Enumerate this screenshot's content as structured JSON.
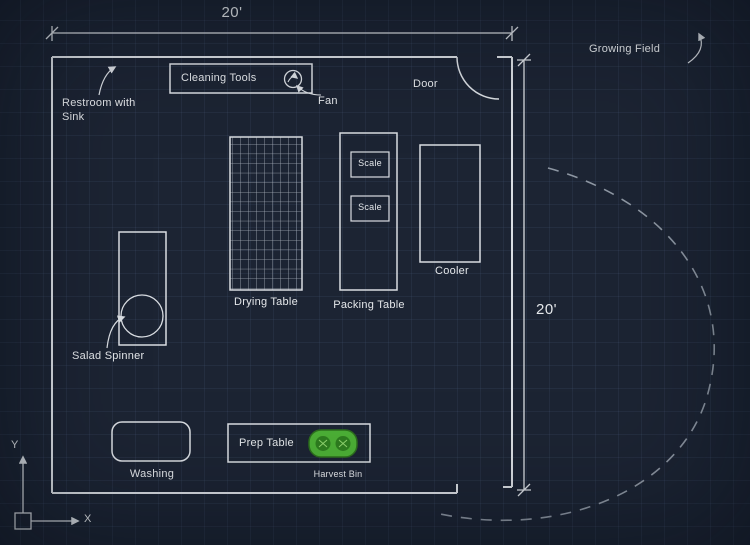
{
  "dims": {
    "width": "20'",
    "height": "20'"
  },
  "labels": {
    "growing_field": "Growing Field",
    "restroom_1": "Restroom with",
    "restroom_2": "Sink",
    "cleaning_tools": "Cleaning Tools",
    "fan": "Fan",
    "door": "Door",
    "drying_table": "Drying Table",
    "packing_table": "Packing Table",
    "scale": "Scale",
    "cooler": "Cooler",
    "salad_spinner": "Salad Spinner",
    "washing": "Washing",
    "prep_table": "Prep Table",
    "harvest_bin": "Harvest Bin",
    "axis_x": "X",
    "axis_y": "Y"
  },
  "colors": {
    "background": "#1c2433",
    "line": "#d9dde2",
    "grid": "#2a3650",
    "dashed_path": "#8d96a2",
    "harvest_bin_green": "#4caf36",
    "harvest_bin_dark": "#2e7d1f"
  }
}
